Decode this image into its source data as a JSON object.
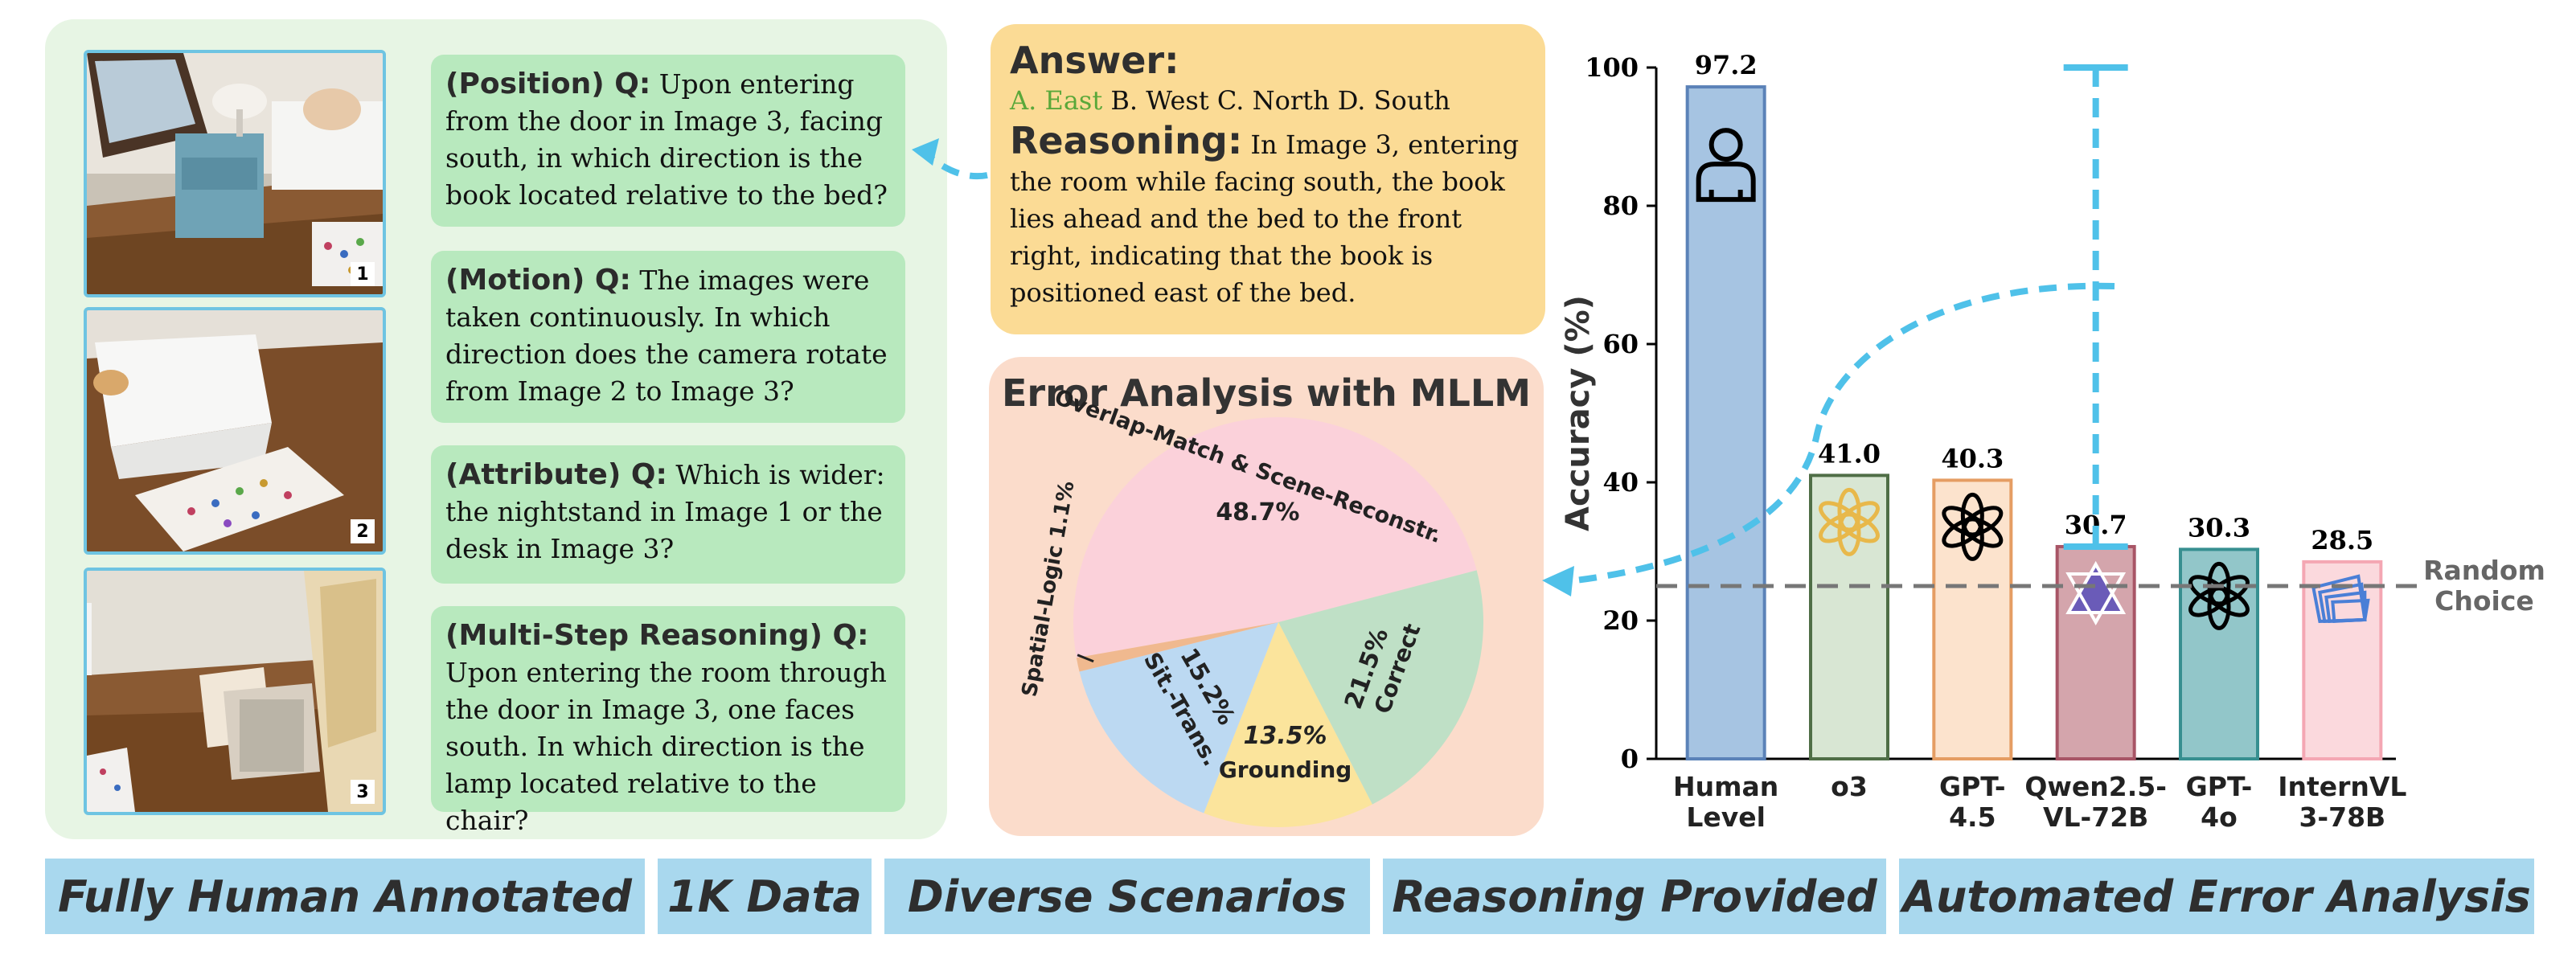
{
  "questions": [
    {
      "tag": "(Position) Q:",
      "text": "Upon entering from the door in Image 3, facing south, in which direction is the book located relative to the bed?"
    },
    {
      "tag": "(Motion) Q:",
      "text": "The images were taken continuously. In which direction does the camera rotate from Image 2 to Image 3?"
    },
    {
      "tag": "(Attribute) Q:",
      "text": "Which is wider: the nightstand in Image 1 or the desk in Image 3?"
    },
    {
      "tag": "(Multi-Step Reasoning) Q:",
      "text": "Upon entering the room through the door in Image 3, one faces south. In which direction is the lamp located relative to the chair?"
    }
  ],
  "images": [
    {
      "label": "1"
    },
    {
      "label": "2"
    },
    {
      "label": "3"
    }
  ],
  "answer": {
    "heading": "Answer:",
    "options": {
      "correct": "A. East",
      "others": "B. West C. North D. South"
    },
    "reasoning_heading": "Reasoning:",
    "reasoning_text": "In Image 3, entering the room while facing south, the book lies ahead and the bed to the front right, indicating that the book is positioned east of the bed.",
    "correct_color": "#5aa83a"
  },
  "error_analysis": {
    "title": "Error Analysis with MLLM"
  },
  "chart_data": [
    {
      "type": "pie",
      "title": "Error Analysis with MLLM",
      "slices": [
        {
          "label": "Overlap-Match & Scene-Reconstr.",
          "value": 48.7,
          "pct": "48.7%",
          "color": "#fbd1da"
        },
        {
          "label": "Correct",
          "value": 21.5,
          "pct": "21.5%",
          "color": "#bfe0c6"
        },
        {
          "label": "Grounding",
          "value": 13.5,
          "pct": "13.5%",
          "color": "#fbe49c"
        },
        {
          "label": "Sit.-Trans.",
          "value": 15.2,
          "pct": "15.2%",
          "color": "#bcd9f2"
        },
        {
          "label": "Spatial-Logic",
          "value": 1.1,
          "pct": "1.1%",
          "color": "#f0b98f"
        }
      ]
    },
    {
      "type": "bar",
      "ylabel": "Accuracy (%)",
      "ylim": [
        0,
        100
      ],
      "yticks": [
        0,
        20,
        40,
        60,
        80,
        100
      ],
      "categories": [
        "Human Level",
        "o3",
        "GPT-4.5",
        "Qwen2.5-VL-72B",
        "GPT-4o",
        "InternVL3-78B"
      ],
      "category_lines": [
        [
          "Human",
          "Level"
        ],
        [
          "o3"
        ],
        [
          "GPT-",
          "4.5"
        ],
        [
          "Qwen2.5-",
          "VL-72B"
        ],
        [
          "GPT-",
          "4o"
        ],
        [
          "InternVL",
          "3-78B"
        ]
      ],
      "values": [
        97.2,
        41.0,
        40.3,
        30.7,
        30.3,
        28.5
      ],
      "value_labels": [
        "97.2",
        "41.0",
        "40.3",
        "30.7",
        "30.3",
        "28.5"
      ],
      "icons": [
        "person-icon",
        "openai-icon",
        "openai-icon",
        "qwen-icon",
        "openai-icon",
        "internvl-icon"
      ],
      "fills": [
        "#a6c4e2",
        "#d8e6d3",
        "#fce3cd",
        "#d4a5ac",
        "#92c6c9",
        "#fbd9dd"
      ],
      "strokes": [
        "#5b82b8",
        "#4f6e46",
        "#e59d63",
        "#a85566",
        "#378f90",
        "#f4a7b3"
      ],
      "reference_line": {
        "label_lines": [
          "Random",
          "Choice"
        ],
        "value": 25
      }
    }
  ],
  "banner": [
    "Fully Human Annotated",
    "1K Data",
    "Diverse Scenarios",
    "Reasoning Provided",
    "Automated Error Analysis"
  ]
}
